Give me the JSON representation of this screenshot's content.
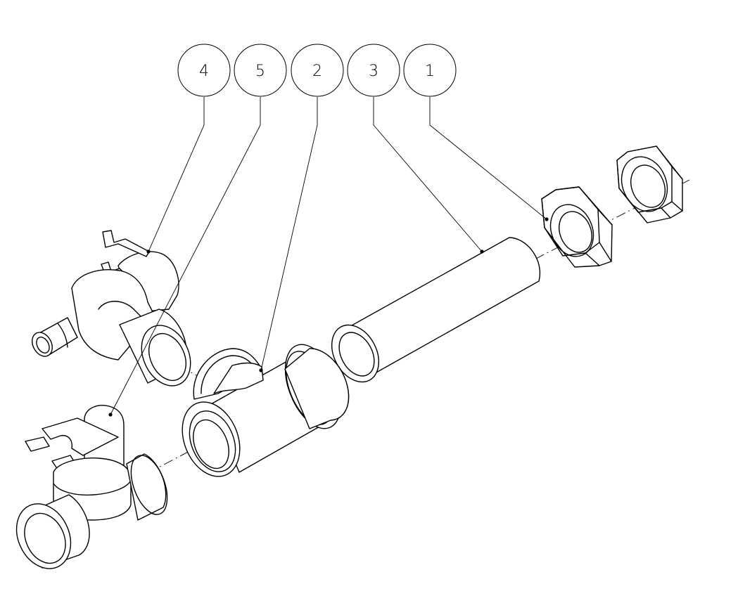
{
  "callouts": [
    {
      "id": "c4",
      "label": "4"
    },
    {
      "id": "c5",
      "label": "5"
    },
    {
      "id": "c2",
      "label": "2"
    },
    {
      "id": "c3",
      "label": "3"
    },
    {
      "id": "c1",
      "label": "1"
    }
  ]
}
